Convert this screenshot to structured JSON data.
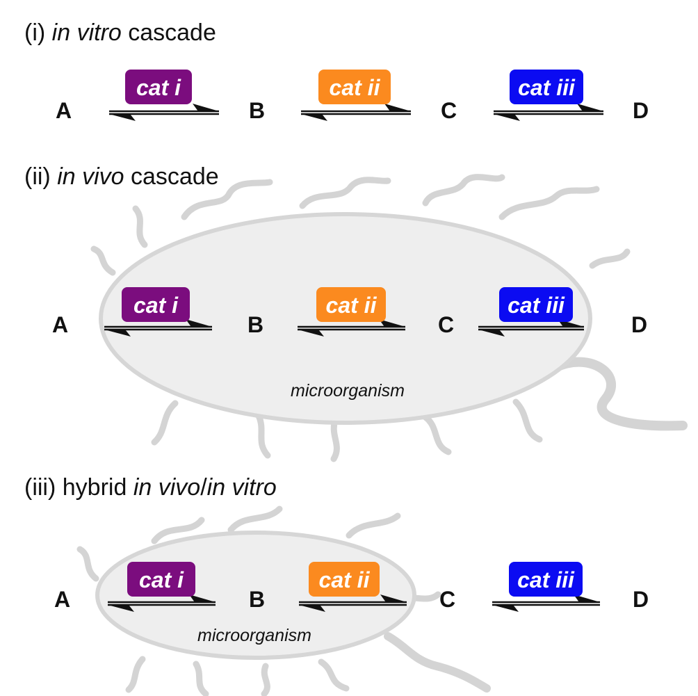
{
  "colors": {
    "cat_i": "#7b0d7e",
    "cat_ii": "#fb8a1f",
    "cat_iii": "#0b0bf2",
    "cell_fill": "#eeeeee",
    "cell_stroke": "#d6d6d6",
    "flagella": "#d4d4d4"
  },
  "sections": [
    {
      "title_prefix": "(i) ",
      "title_italic": "in vitro",
      "title_suffix": " cascade",
      "title_italic2": "",
      "species": [
        "A",
        "B",
        "C",
        "D"
      ],
      "catalysts": [
        "cat i",
        "cat ii",
        "cat iii"
      ]
    },
    {
      "title_prefix": "(ii) ",
      "title_italic": "in vivo",
      "title_suffix": " cascade",
      "title_italic2": "",
      "species": [
        "A",
        "B",
        "C",
        "D"
      ],
      "catalysts": [
        "cat i",
        "cat ii",
        "cat iii"
      ],
      "cell_label": "microorganism"
    },
    {
      "title_prefix": "(iii) hybrid ",
      "title_italic": "in vivo",
      "title_suffix": "/",
      "title_italic2": "in vitro",
      "species": [
        "A",
        "B",
        "C",
        "D"
      ],
      "catalysts": [
        "cat i",
        "cat ii",
        "cat iii"
      ],
      "cell_label": "microorganism"
    }
  ]
}
